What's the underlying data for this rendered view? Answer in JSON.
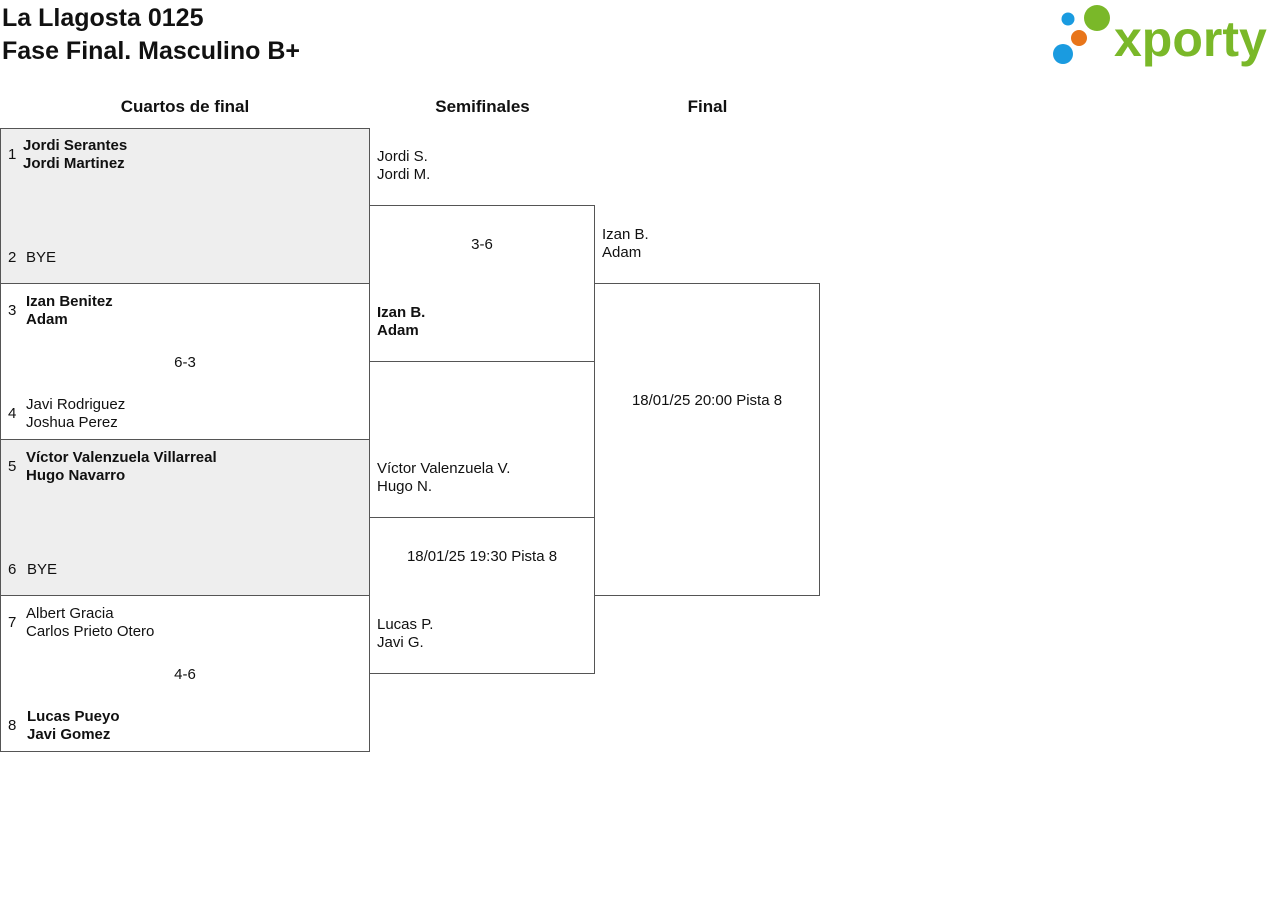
{
  "header": {
    "title_line1": "La Llagosta 0125",
    "title_line2": "Fase Final. Masculino B+",
    "logo_text": "xporty",
    "brand_green": "#7ab829",
    "brand_orange": "#e8751a",
    "brand_blue": "#1a9be0"
  },
  "rounds": {
    "quarterfinals": "Cuartos de final",
    "semifinals": "Semifinales",
    "final": "Final"
  },
  "quarterfinals": [
    {
      "top": {
        "seed": "1",
        "player1": "Jordi Serantes",
        "player2": "Jordi Martinez"
      },
      "bottom": {
        "seed": "2",
        "player1": "BYE",
        "player2": ""
      },
      "result": ""
    },
    {
      "top": {
        "seed": "3",
        "player1": "Izan Benitez",
        "player2": "Adam"
      },
      "bottom": {
        "seed": "4",
        "player1": "Javi Rodriguez",
        "player2": "Joshua Perez"
      },
      "result": "6-3"
    },
    {
      "top": {
        "seed": "5",
        "player1": "Víctor Valenzuela Villarreal",
        "player2": "Hugo Navarro"
      },
      "bottom": {
        "seed": "6",
        "player1": "BYE",
        "player2": ""
      },
      "result": ""
    },
    {
      "top": {
        "seed": "7",
        "player1": "Albert Gracia",
        "player2": "Carlos Prieto Otero"
      },
      "bottom": {
        "seed": "8",
        "player1": "Lucas Pueyo",
        "player2": "Javi Gomez"
      },
      "result": "4-6"
    }
  ],
  "semifinals": [
    {
      "top": {
        "player1": "Jordi S.",
        "player2": "Jordi M."
      },
      "bottom": {
        "player1": "Izan B.",
        "player2": "Adam"
      },
      "result": "3-6"
    },
    {
      "top": {
        "player1": "Víctor Valenzuela V.",
        "player2": "Hugo N."
      },
      "bottom": {
        "player1": "Lucas P.",
        "player2": "Javi G."
      },
      "result": "18/01/25 19:30 Pista 8"
    }
  ],
  "final": {
    "top": {
      "player1": "Izan B.",
      "player2": "Adam"
    },
    "result": "18/01/25 20:00 Pista 8"
  }
}
